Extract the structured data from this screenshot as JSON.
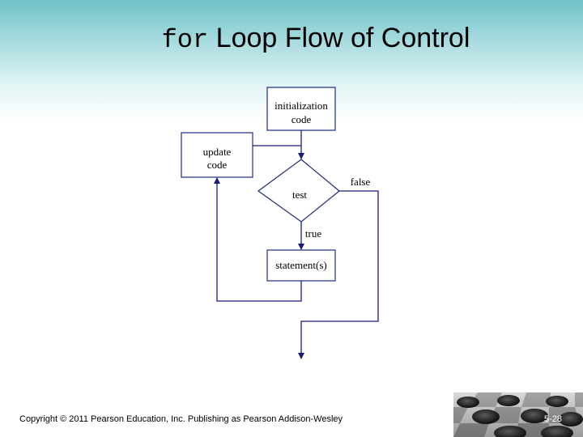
{
  "title": {
    "keyword": "for",
    "text": "Loop Flow of Control"
  },
  "flowchart": {
    "init_line1": "initialization",
    "init_line2": "code",
    "update_line1": "update",
    "update_line2": "code",
    "test_label": "test",
    "false_label": "false",
    "true_label": "true",
    "statement_label": "statement(s)"
  },
  "colors": {
    "arrow": "#1a1a80",
    "box_border": "#1a2a80"
  },
  "footer": {
    "copyright": "Copyright © 2011 Pearson Education, Inc. Publishing as Pearson Addison-Wesley",
    "page": "5-28"
  }
}
